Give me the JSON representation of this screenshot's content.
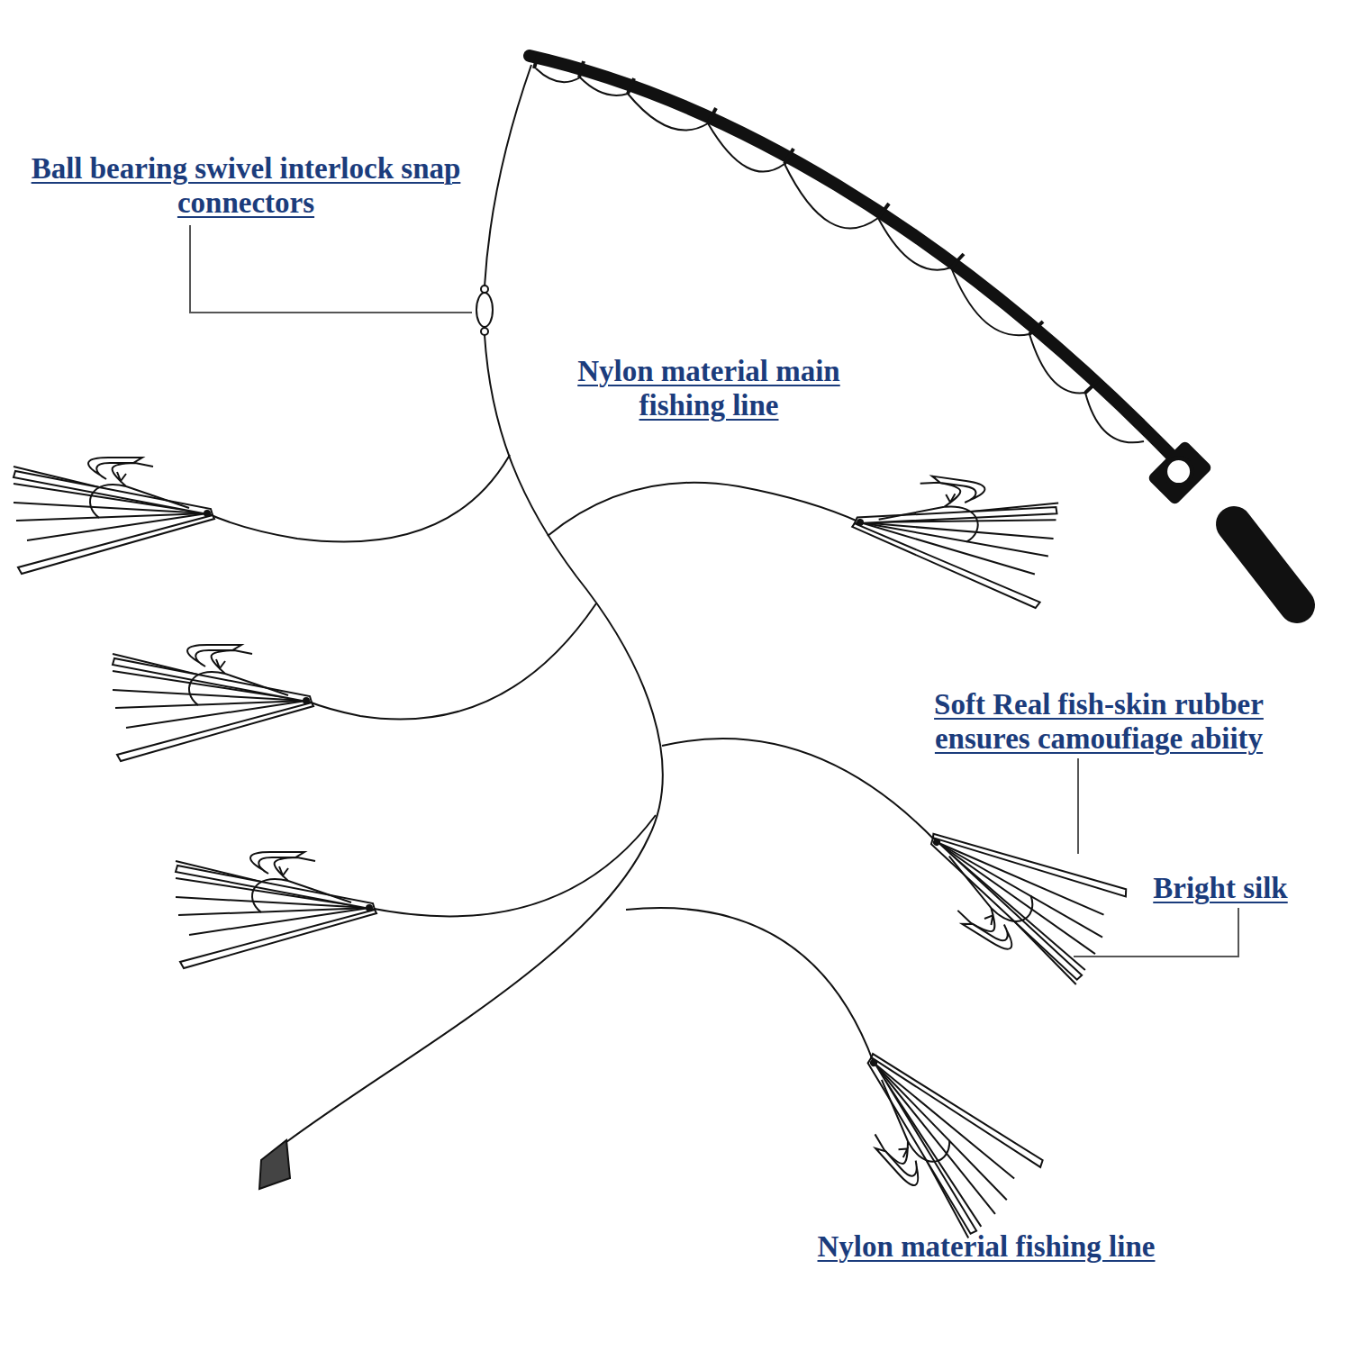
{
  "diagram": {
    "labels": [
      "Ball bearing swivel interlock snap connectors",
      "Nylon material main fishing line",
      "Soft Real fish-skin rubber ensures camoufiage abiity",
      "Bright silk",
      "Nylon material fishing line"
    ]
  }
}
